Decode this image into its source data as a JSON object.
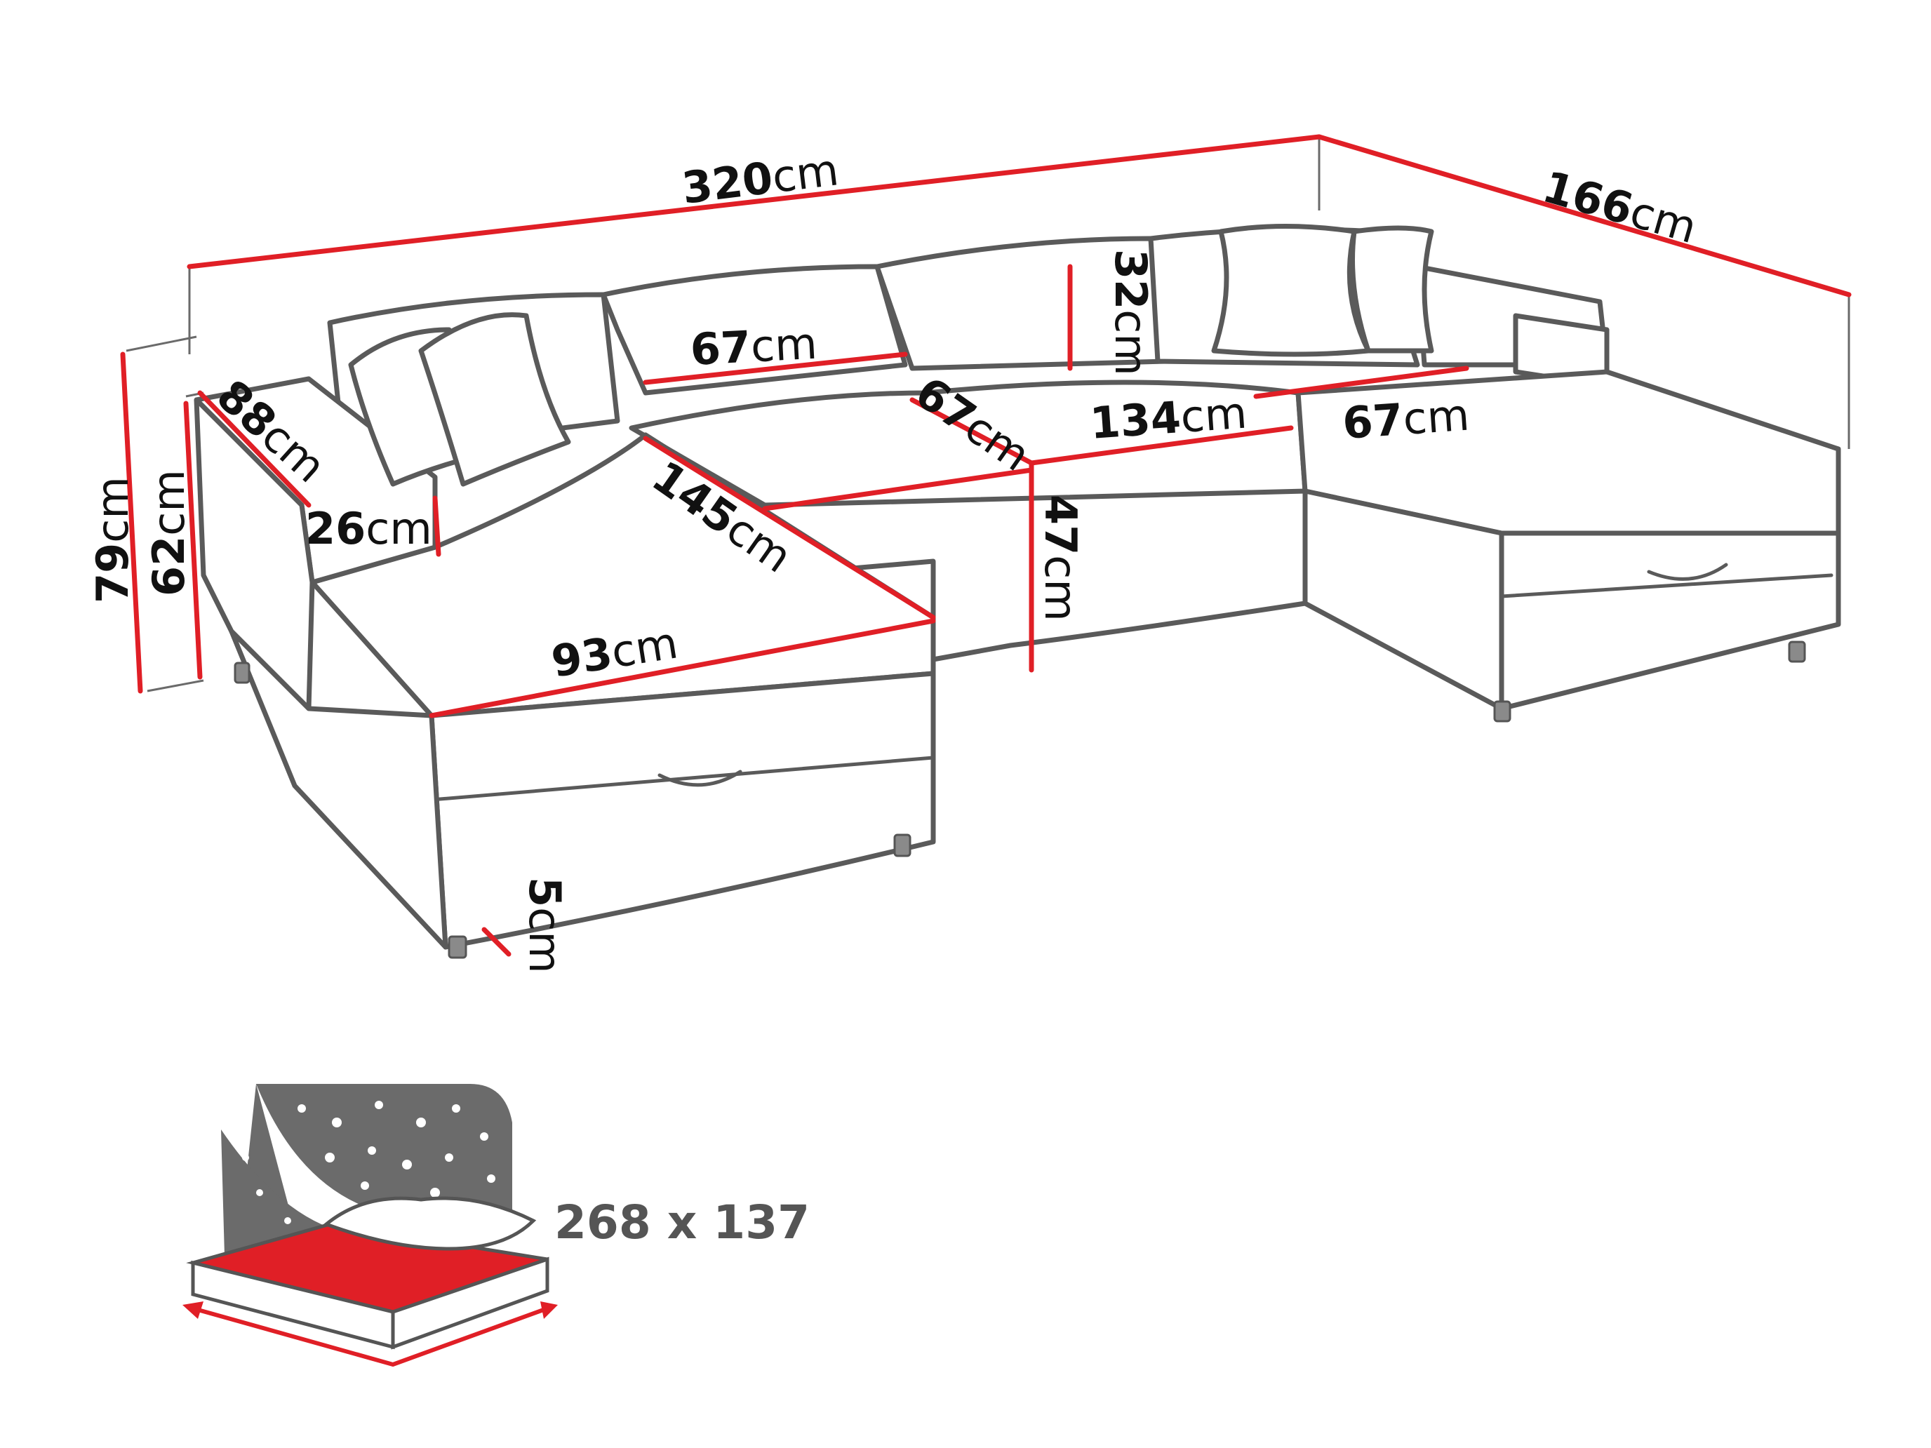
{
  "colors": {
    "measure": "#e01f26",
    "outline": "#5a5a5a",
    "bed_red": "#e01f26",
    "bed_panel": "#6b6b6b",
    "label_gray": "#555555"
  },
  "dimensions": {
    "overall_width": {
      "value": "320",
      "unit": "cm"
    },
    "right_depth": {
      "value": "166",
      "unit": "cm"
    },
    "total_height": {
      "value": "79",
      "unit": "cm"
    },
    "arm_height": {
      "value": "62",
      "unit": "cm"
    },
    "arm_length": {
      "value": "88",
      "unit": "cm"
    },
    "arm_width": {
      "value": "26",
      "unit": "cm"
    },
    "back_depth": {
      "value": "67",
      "unit": "cm"
    },
    "seat_depth": {
      "value": "67",
      "unit": "cm"
    },
    "back_height": {
      "value": "32",
      "unit": "cm"
    },
    "center_width": {
      "value": "134",
      "unit": "cm"
    },
    "right_seat": {
      "value": "67",
      "unit": "cm"
    },
    "chaise_length": {
      "value": "145",
      "unit": "cm"
    },
    "seat_height": {
      "value": "47",
      "unit": "cm"
    },
    "chaise_width": {
      "value": "93",
      "unit": "cm"
    },
    "leg_height": {
      "value": "5",
      "unit": "cm"
    }
  },
  "sleeping_area": {
    "label": "268 x 137",
    "icon": "sleeping-bed-icon"
  }
}
